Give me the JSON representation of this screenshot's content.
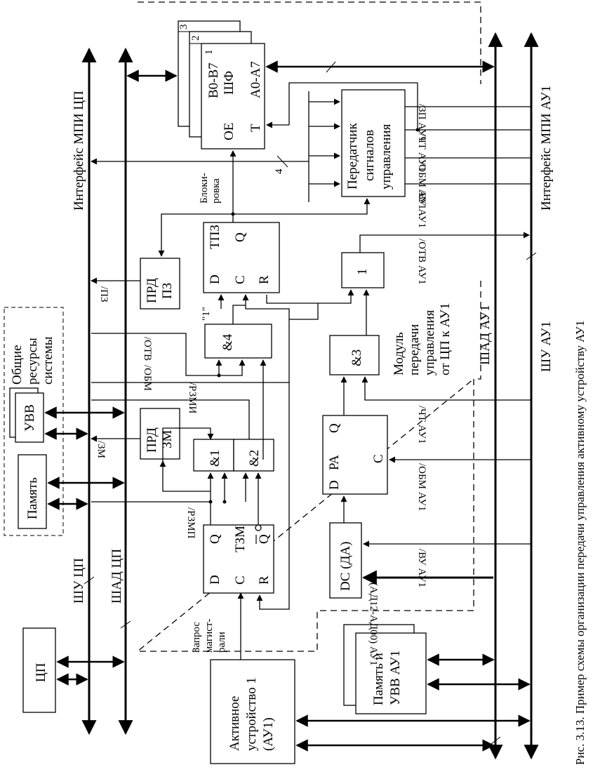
{
  "caption": "Рис. 3.13. Пример схемы организации передачи управления активному устройству АУ1",
  "interfaces": {
    "cpu_interface": "Интерфейс МПИ ЦП",
    "au1_interface": "Интерфейс МПИ АУ1"
  },
  "buses": {
    "shu_cp": "ШУ ЦП",
    "shad_cp": "ШАД ЦП",
    "shu_au1": "ШУ АУ1",
    "shad_au1": "ШАД АУ1"
  },
  "blocks": {
    "cpu": "ЦП",
    "active_device": [
      "Активное",
      "устройство 1",
      "(АУ1)"
    ],
    "memory_io": [
      "Память и",
      "УВВ АУ1"
    ],
    "memory": "Память",
    "uvv": "УВВ",
    "shared_resources": [
      "Общие",
      "ресурсы",
      "системы"
    ],
    "module": [
      "Модуль",
      "передачи",
      "управления",
      "от ЦП к АУ1"
    ],
    "transmitter": [
      "Передатчик",
      "сигналов",
      "управления"
    ],
    "buffer": {
      "id": "ШФ",
      "b": "B0-B7",
      "a": "A0-A7",
      "oe": "OE",
      "t": "T",
      "n1": "1",
      "n2": "2",
      "n3": "3"
    },
    "tpz": {
      "name": "ТПЗ",
      "d": "D",
      "c": "C",
      "r": "R",
      "q": "Q"
    },
    "tzm": {
      "name": "ТЗМ",
      "d": "D",
      "c": "C",
      "r": "R",
      "q": "Q",
      "qbar": "Q"
    },
    "ra": {
      "name": "РА",
      "d": "D",
      "c": "C",
      "q": "Q"
    },
    "dc": "DC (ДА)",
    "prd_pz": [
      "ПРД",
      "ПЗ"
    ],
    "prd_zm": [
      "ПРД",
      "ЗМ"
    ],
    "and1": "&1",
    "and2": "&2",
    "and3": "&3",
    "and4": "&4",
    "or1": "1"
  },
  "signals": {
    "pz": "/ПЗ",
    "otv": "/ОТВ",
    "obm": "/ОБМ",
    "rzmi": "/РЗМИ",
    "zm": "/ЗМ",
    "rzmp": "/РЗМП",
    "one": "\"1\"",
    "blocking": [
      "Блоки-",
      "ровка"
    ],
    "request": [
      "Запрос",
      "магист-",
      "рали"
    ],
    "four": "4",
    "zap_au1": "/ЗП АУ1",
    "cht_au1_top": "/ЧТ АУ1",
    "obm_au1_top": "/ОБМ АУ1",
    "vu_au1_top": "/ВУ АУ1",
    "otv_au1": "/ОТВ АУ1",
    "cht_au1": "/ЧТ АУ1",
    "obm_au1": "/ОБМ АУ1",
    "vu_au1": "/ВУ АУ1",
    "ad_au1": "(АД12-АД00) АУ1"
  }
}
